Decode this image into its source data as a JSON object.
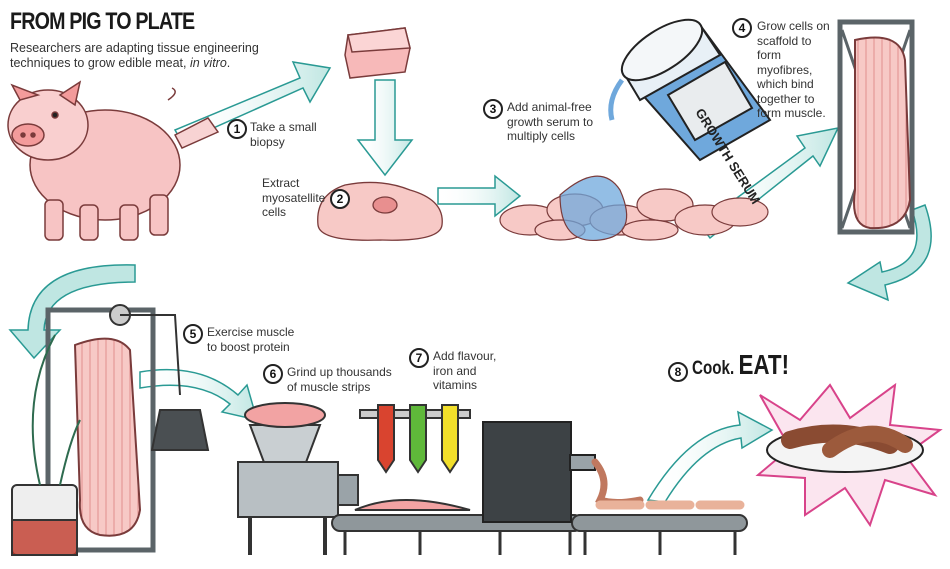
{
  "header": {
    "title": "FROM PIG TO PLATE",
    "subtitle_main": "Researchers are adapting tissue engineering techniques to grow edible meat, ",
    "subtitle_italic": "in vitro",
    "subtitle_end": "."
  },
  "steps": [
    {
      "number": "1",
      "text": "Take a small biopsy"
    },
    {
      "number": "2",
      "text": "Extract myosatellite cells"
    },
    {
      "number": "3",
      "text": "Add animal-free growth serum to multiply cells"
    },
    {
      "number": "4",
      "text": "Grow cells on scaffold to form myofibres, which bind together to form muscle."
    },
    {
      "number": "5",
      "text": "Exercise muscle to boost protein"
    },
    {
      "number": "6",
      "text": "Grind up thousands of muscle strips"
    },
    {
      "number": "7",
      "text": "Add flavour, iron and vitamins"
    },
    {
      "number": "8",
      "text": "Cook.",
      "emphasis": "EAT!"
    }
  ],
  "labels": {
    "jar_label": "GROWTH SERUM"
  },
  "colors": {
    "arrow": "#bfe6e2",
    "arrow_stroke": "#2a9a94",
    "meat": "#f6c3c3",
    "serum": "#6fa8dc",
    "steel": "#9aa3a8"
  }
}
